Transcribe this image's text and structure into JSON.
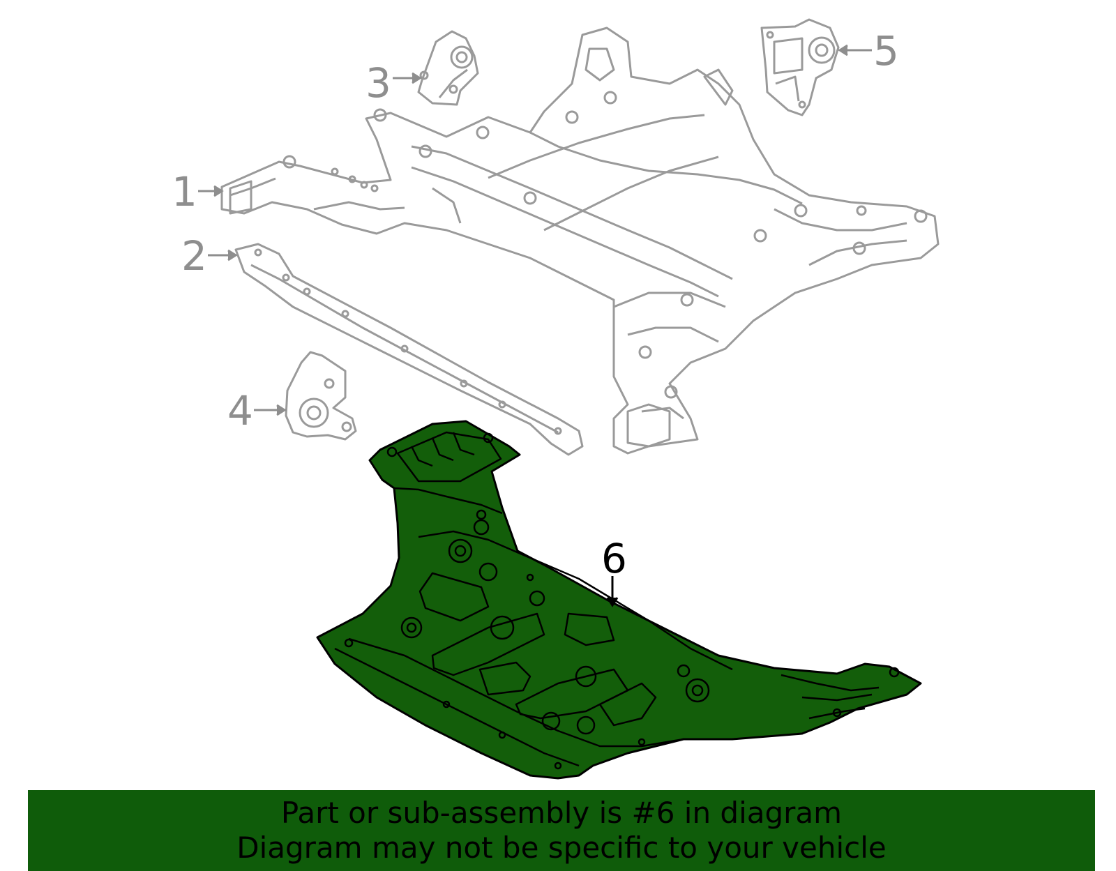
{
  "callouts": {
    "c1": "1",
    "c2": "2",
    "c3": "3",
    "c4": "4",
    "c5": "5",
    "c6": "6"
  },
  "banner": {
    "line1": "Part or sub-assembly is #6 in diagram",
    "line2": "Diagram may not be specific to your vehicle"
  },
  "colors": {
    "highlight_fill": "#135e0a",
    "banner_bg": "#0f5c0a",
    "outline_gray": "#9a9a9a",
    "callout_gray": "#8e8e8e"
  },
  "highlighted_part": "6"
}
